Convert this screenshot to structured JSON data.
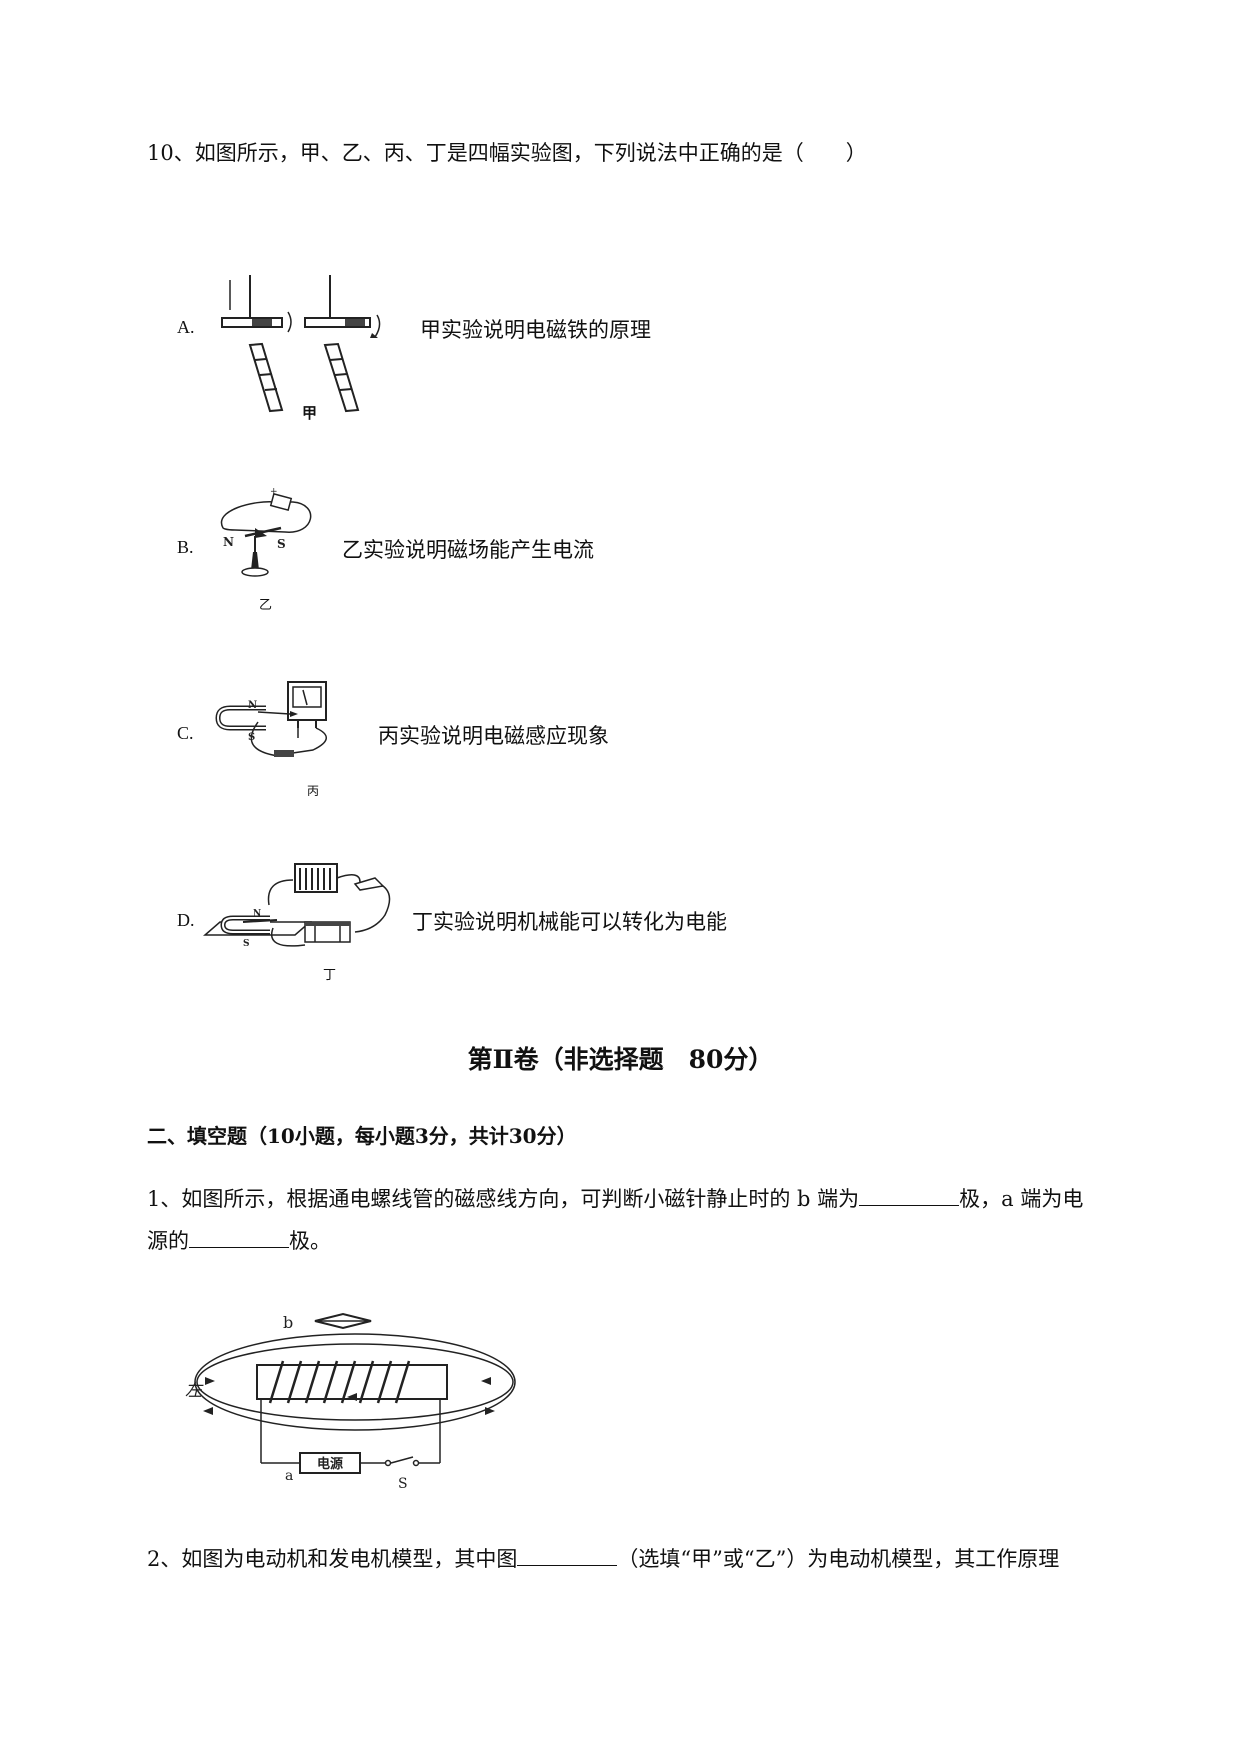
{
  "question10": {
    "stem": "10、如图所示，甲、乙、丙、丁是四幅实验图，下列说法中正确的是（　　）",
    "options": [
      {
        "letter": "A.",
        "text": "甲实验说明电磁铁的原理",
        "caption": "甲"
      },
      {
        "letter": "B.",
        "text": "乙实验说明磁场能产生电流",
        "caption": "乙"
      },
      {
        "letter": "C.",
        "text": "丙实验说明电磁感应现象",
        "caption": "丙"
      },
      {
        "letter": "D.",
        "text": "丁实验说明机械能可以转化为电能",
        "caption": "丁"
      }
    ],
    "figure_labels": {
      "north": "N",
      "south": "S"
    }
  },
  "part2": {
    "title": "第Ⅱ卷（非选择题　80分）",
    "section": "二、填空题（10小题，每小题3分，共计30分）"
  },
  "fill1": {
    "line1_a": "1、如图所示，根据通电螺线管的磁感线方向，可判断小磁针静止时的 b 端为",
    "line1_b": "极，a 端为电",
    "line2_a": "源的",
    "line2_b": "极。",
    "figure": {
      "label_b": "b",
      "label_left": "左",
      "label_a": "a",
      "label_s": "S",
      "power_label": "电源"
    }
  },
  "fill2": {
    "line1_a": "2、如图为电动机和发电机模型，其中图",
    "line1_b": "（选填“甲”或“乙”）为电动机模型，其工作原理"
  }
}
